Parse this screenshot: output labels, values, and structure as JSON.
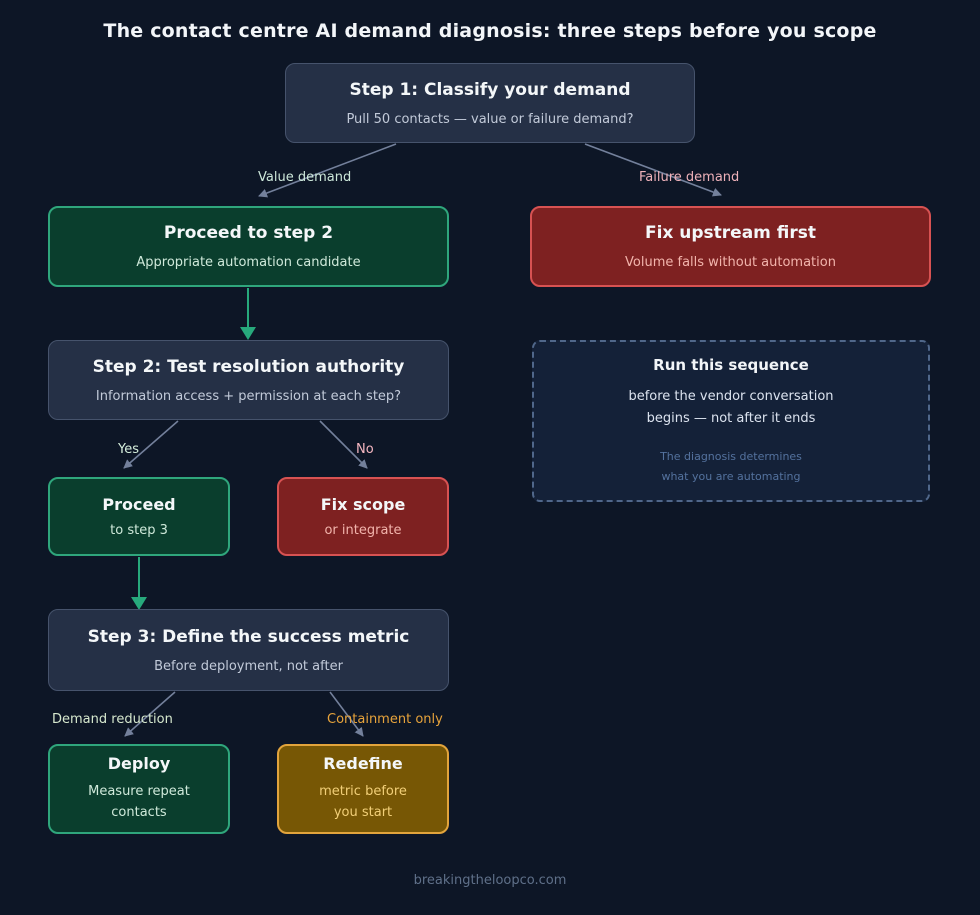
{
  "page": {
    "title": "The contact centre AI demand diagnosis: three steps before you scope",
    "footer": "breakingtheloopco.com"
  },
  "colors": {
    "background": "#0d1626",
    "step_fill": "#253046",
    "green_fill": "#0a3e2d",
    "green_border": "#2fa67c",
    "red_fill": "#7e2121",
    "red_border": "#d75252",
    "gold_fill": "#775705",
    "gold_border": "#e2a43c",
    "note_border": "#50678a",
    "arrow_slate": "#8593b0",
    "arrow_green": "#27a97c"
  },
  "flow": {
    "step1": {
      "title": "Step 1: Classify your demand",
      "subtitle": "Pull 50 contacts — value or failure demand?"
    },
    "labels": {
      "value": "Value demand",
      "failure": "Failure demand",
      "yes": "Yes",
      "no": "No",
      "demand_reduction": "Demand reduction",
      "containment": "Containment only"
    },
    "proceed_step2": {
      "title": "Proceed to step 2",
      "subtitle": "Appropriate automation candidate"
    },
    "fix_upstream": {
      "title": "Fix upstream first",
      "subtitle": "Volume falls without automation"
    },
    "step2": {
      "title": "Step 2: Test resolution authority",
      "subtitle": "Information access + permission at each step?"
    },
    "proceed": {
      "title": "Proceed",
      "subtitle": "to step 3"
    },
    "fix_scope": {
      "title": "Fix scope",
      "subtitle": "or integrate"
    },
    "note": {
      "title": "Run this sequence",
      "line1": "before the vendor conversation",
      "line2": "begins — not after it ends",
      "small1": "The diagnosis determines",
      "small2": "what you are automating"
    },
    "step3": {
      "title": "Step 3: Define the success metric",
      "subtitle": "Before deployment, not after"
    },
    "deploy": {
      "title": "Deploy",
      "line1": "Measure repeat",
      "line2": "contacts"
    },
    "redefine": {
      "title": "Redefine",
      "line1": "metric before",
      "line2": "you start"
    }
  }
}
